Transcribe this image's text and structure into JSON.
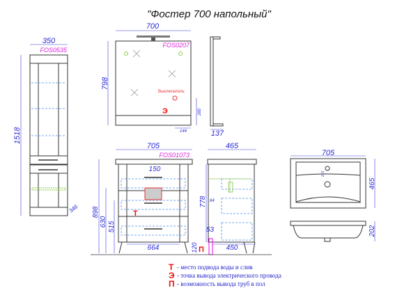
{
  "title": "\"Фостер 700 напольный\"",
  "column": {
    "code": "FOS0535",
    "width": "350",
    "height": "1518",
    "depth": "346"
  },
  "mirror": {
    "code": "FOS0207",
    "width": "700",
    "height": "798",
    "switch_label": "Выключатель",
    "switch_height": "280",
    "switch_offset": "144",
    "depth": "137",
    "marker": "Э"
  },
  "vanity": {
    "code": "FOS01073",
    "width": "705",
    "height": "898",
    "h630": "630",
    "h515": "515",
    "w150": "150",
    "inner_width": "664",
    "marker": "Т",
    "side_width": "465",
    "side_height": "778",
    "d84": "84",
    "d53": "53",
    "leg_height": "120",
    "side_inner": "450",
    "floor_marker": "П"
  },
  "sink": {
    "width": "705",
    "depth": "465",
    "height": "202",
    "hole_offset": "215"
  },
  "legend": [
    {
      "marker": "Т",
      "text": "- место подвода воды и слив"
    },
    {
      "marker": "Э",
      "text": "- точка вывода электрического провода"
    },
    {
      "marker": "П",
      "text": "- возможность вывода труб в пол"
    }
  ],
  "colors": {
    "dimension": "#2a2ad6",
    "code": "#e020e0",
    "marker": "#ee1111"
  }
}
